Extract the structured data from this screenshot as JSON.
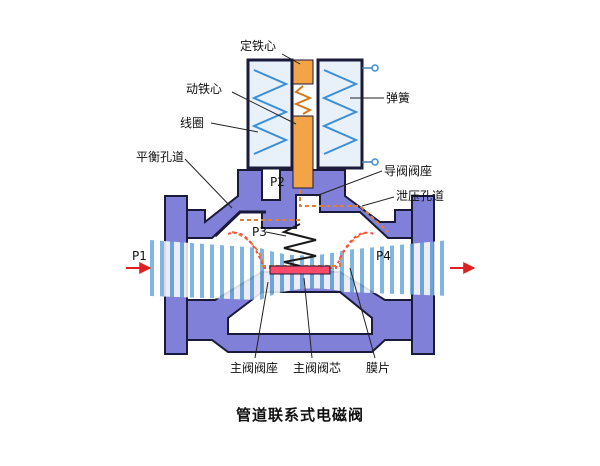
{
  "labels": {
    "fixed_core": "定铁心",
    "moving_core": "动铁心",
    "spring": "弹簧",
    "coil": "线圈",
    "balance_hole": "平衡孔道",
    "pilot_seat": "导阀阀座",
    "relief_hole": "泄压孔道",
    "p1": "P1",
    "p2": "P2",
    "p3": "P3",
    "p4": "P4",
    "main_seat": "主阀阀座",
    "main_core": "主阀阀芯",
    "diaphragm": "膜片"
  },
  "caption": "管道联系式电磁阀",
  "colors": {
    "body": "#8080d8",
    "body_outline": "#1a1a3a",
    "coil": "#3b8fd6",
    "iron": "#f2a446",
    "flow": "#3f8fd0",
    "diaphragm": "#ff4a4a",
    "arrow": "#e02020"
  }
}
